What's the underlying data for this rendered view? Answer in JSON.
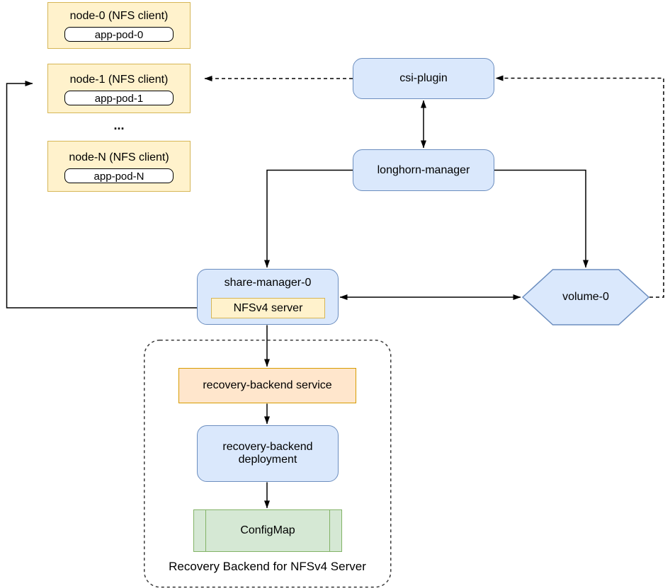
{
  "client_nodes": [
    {
      "label": "node-0 (NFS client)",
      "pod_label": "app-pod-0"
    },
    {
      "label": "node-1 (NFS client)",
      "pod_label": "app-pod-1"
    },
    {
      "label": "node-N (NFS client)",
      "pod_label": "app-pod-N"
    }
  ],
  "ellipsis": "...",
  "components": {
    "csi_plugin": {
      "label": "csi-plugin"
    },
    "longhorn_manager": {
      "label": "longhorn-manager"
    },
    "share_manager": {
      "label": "share-manager-0",
      "nfs_server_label": "NFSv4 server"
    },
    "volume": {
      "label": "volume-0"
    }
  },
  "recovery_backend": {
    "service_label": "recovery-backend service",
    "deployment_label": "recovery-backend deployment",
    "configmap_label": "ConfigMap",
    "group_label": "Recovery Backend for NFSv4 Server"
  },
  "edges": [
    {
      "from": "csi-plugin",
      "to": "longhorn-manager",
      "style": "solid",
      "bidirectional": true
    },
    {
      "from": "csi-plugin",
      "to": "node-1",
      "style": "dashed",
      "bidirectional": false
    },
    {
      "from": "volume-0",
      "to": "csi-plugin",
      "style": "dashed",
      "bidirectional": false
    },
    {
      "from": "longhorn-manager",
      "to": "share-manager-0",
      "style": "solid",
      "bidirectional": false
    },
    {
      "from": "longhorn-manager",
      "to": "volume-0",
      "style": "solid",
      "bidirectional": false
    },
    {
      "from": "share-manager-0",
      "to": "volume-0",
      "style": "solid",
      "bidirectional": true
    },
    {
      "from": "share-manager-0",
      "to": "node-1",
      "style": "solid",
      "bidirectional": false
    },
    {
      "from": "share-manager-0",
      "to": "recovery-backend service",
      "style": "solid",
      "bidirectional": false
    },
    {
      "from": "recovery-backend service",
      "to": "recovery-backend deployment",
      "style": "solid",
      "bidirectional": false
    },
    {
      "from": "recovery-backend deployment",
      "to": "ConfigMap",
      "style": "solid",
      "bidirectional": false
    }
  ],
  "colors": {
    "client_node_fill": "#FFF2CC",
    "client_node_stroke": "#D6B656",
    "component_fill": "#DAE8FC",
    "component_stroke": "#6C8EBF",
    "service_fill": "#FFE6CC",
    "service_stroke": "#D79B00",
    "configmap_fill": "#D5E8D4",
    "configmap_stroke": "#82B366",
    "pod_fill": "#FFFFFF",
    "pod_stroke": "#000000",
    "edge_color": "#000000"
  }
}
